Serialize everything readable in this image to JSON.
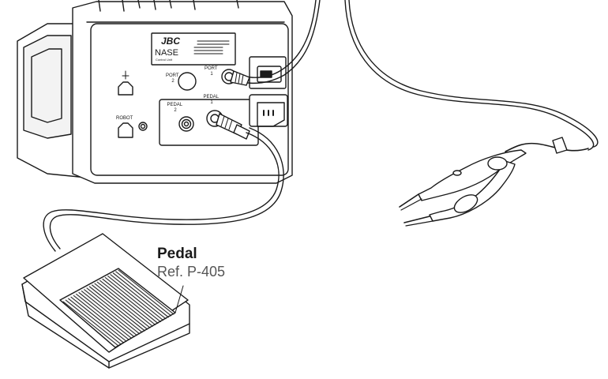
{
  "station": {
    "brand": "JBC",
    "model": "NASE",
    "model_sub": "Control Unit",
    "ports": {
      "port1": "PORT\n1",
      "port2": "PORT\n2",
      "pedal1": "PEDAL\n1",
      "pedal2": "PEDAL\n2",
      "robot": "ROBOT"
    }
  },
  "pedal": {
    "title": "Pedal",
    "ref": "Ref. P-405"
  },
  "colors": {
    "line": "#1a1a1a",
    "fill": "#ffffff",
    "shade": "#e8e8e8"
  }
}
